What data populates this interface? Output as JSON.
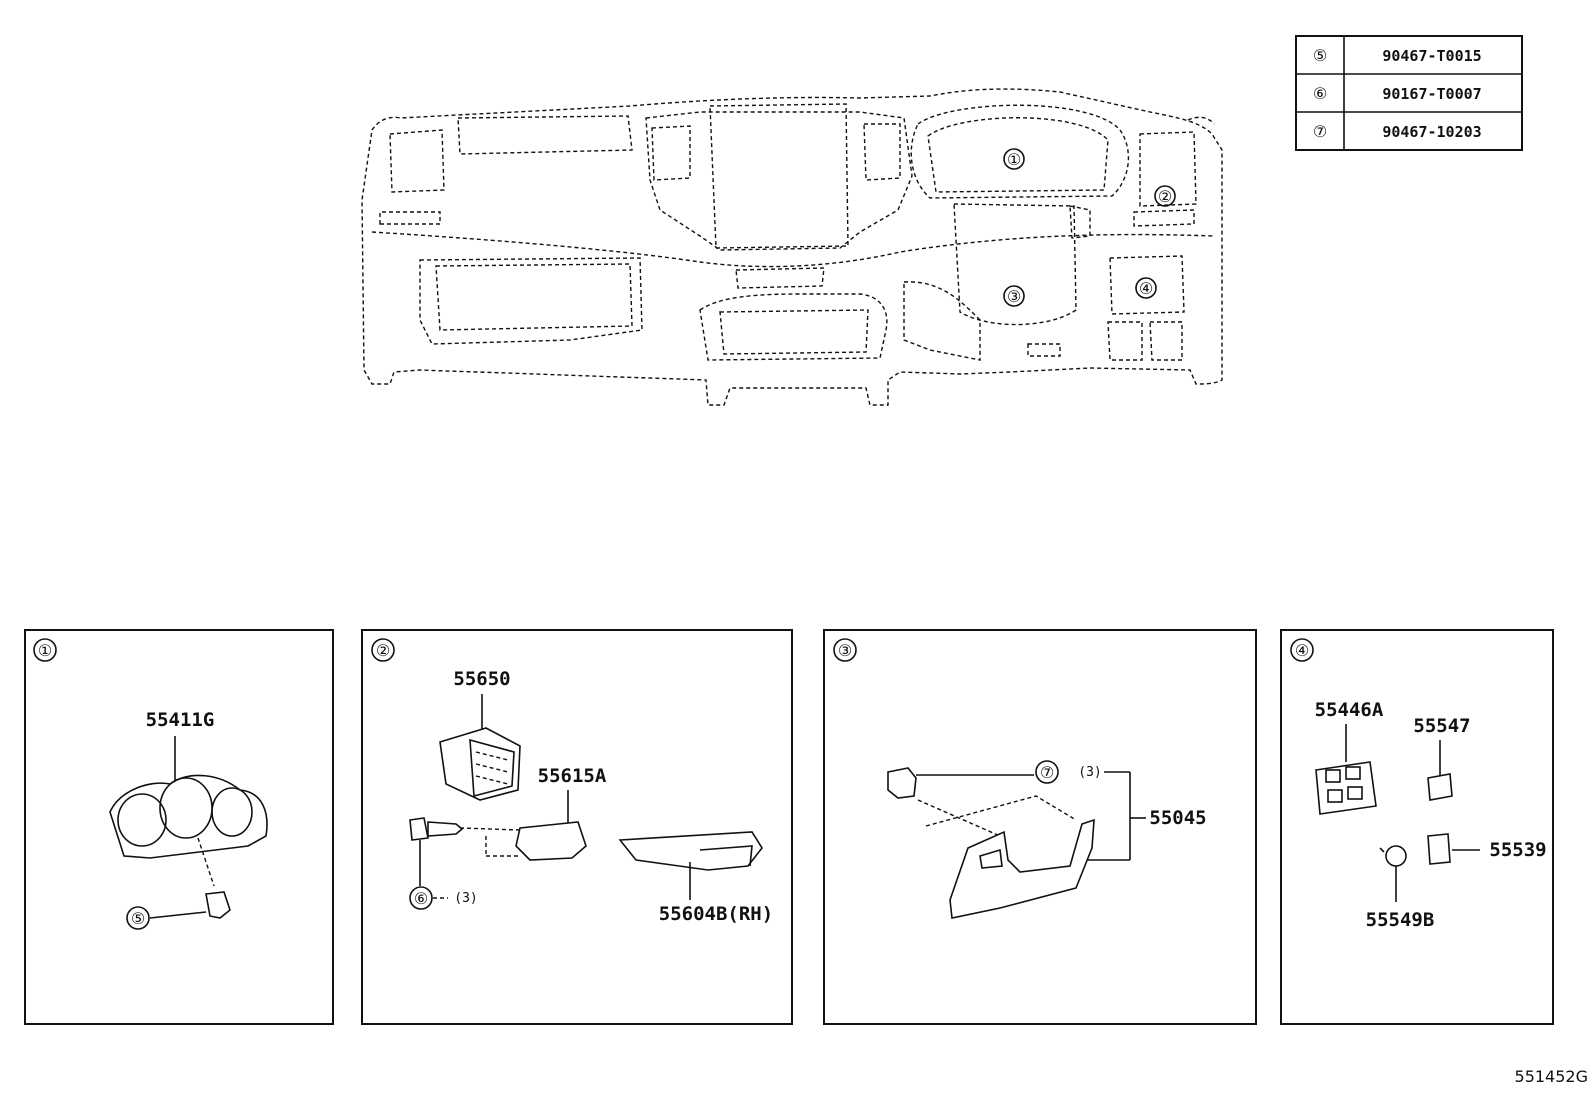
{
  "fastener_table": [
    {
      "ref": "⑤",
      "part": "90467-T0015"
    },
    {
      "ref": "⑥",
      "part": "90167-T0007"
    },
    {
      "ref": "⑦",
      "part": "90467-10203"
    }
  ],
  "overview_callouts": [
    "①",
    "②",
    "③",
    "④"
  ],
  "panels": [
    {
      "ref": "①",
      "parts": {
        "cluster": "55411G",
        "clip": "⑤"
      }
    },
    {
      "ref": "②",
      "parts": {
        "register": "55650",
        "duct": "55615A",
        "screw": "⑥",
        "screw_qty": "(3)",
        "tray": "55604B(RH)"
      }
    },
    {
      "ref": "③",
      "parts": {
        "clip": "⑦",
        "clip_qty": "(3)",
        "lower_panel": "55045"
      }
    },
    {
      "ref": "④",
      "parts": {
        "switch_base": "55446A",
        "plug_a": "55547",
        "plug_b": "55539",
        "knob": "55549B"
      }
    }
  ],
  "diagram_id": "551452G"
}
